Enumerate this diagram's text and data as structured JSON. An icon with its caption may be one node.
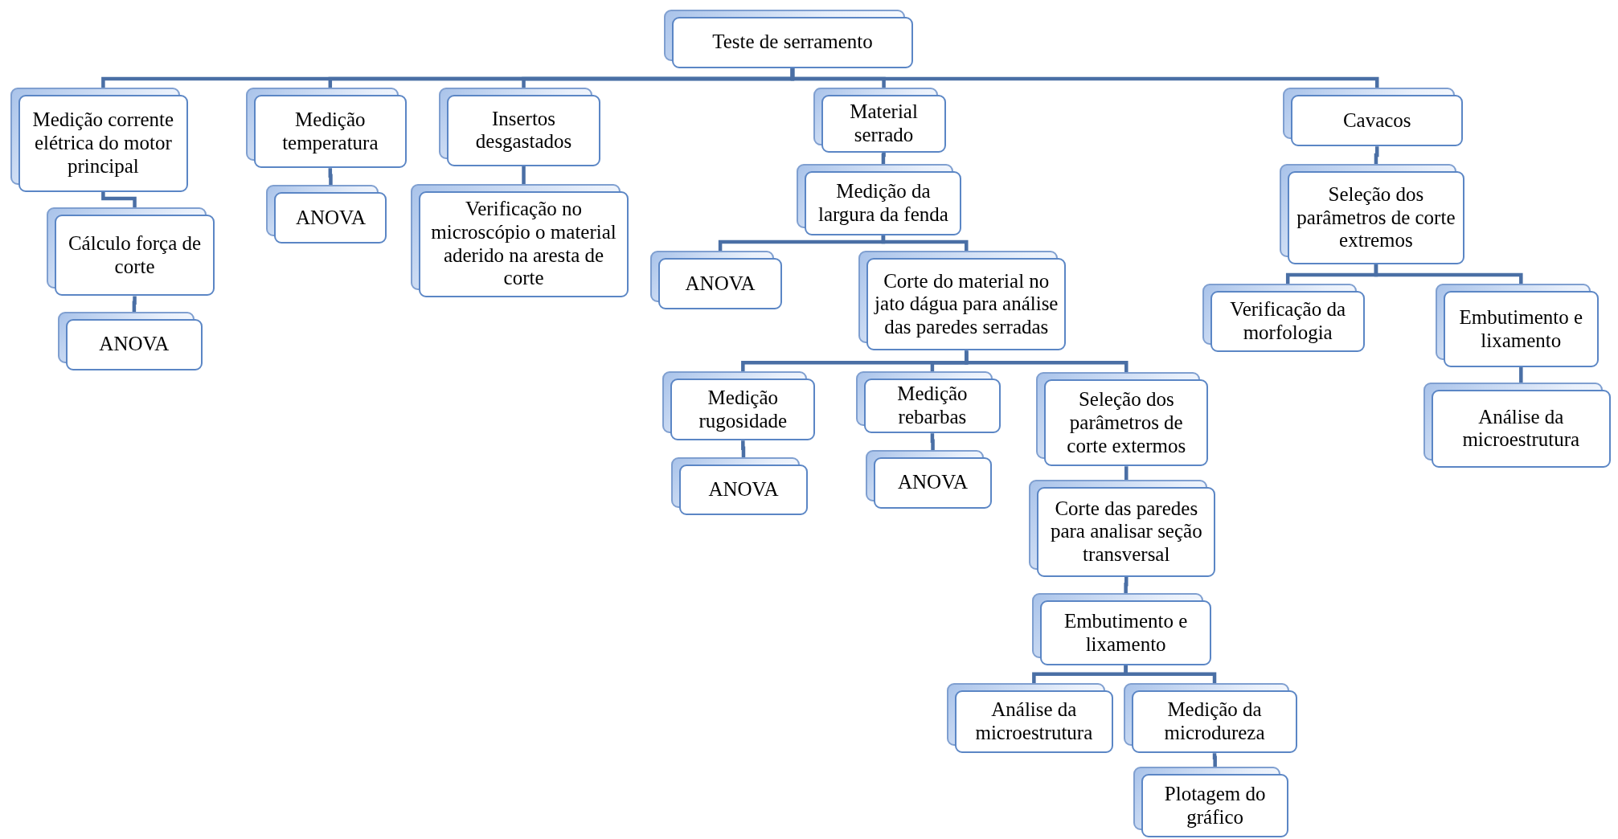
{
  "diagram": {
    "nodes": [
      {
        "text": [
          "Teste de serramento"
        ]
      },
      {
        "text": [
          "Medição corrente elétrica do motor principal"
        ]
      },
      {
        "text": [
          "Cálculo força de corte"
        ]
      },
      {
        "text": [
          "ANOVA"
        ]
      },
      {
        "text": [
          "Medição temperatura"
        ]
      },
      {
        "text": [
          "ANOVA"
        ]
      },
      {
        "text": [
          "Insertos desgastados"
        ]
      },
      {
        "text": [
          "Verificação no microscópio o material aderido na aresta de corte"
        ]
      },
      {
        "text": [
          "Material serrado"
        ]
      },
      {
        "text": [
          "Medição da largura da fenda"
        ]
      },
      {
        "text": [
          "ANOVA"
        ]
      },
      {
        "text": [
          "Corte do material no jato dágua para análise das paredes serradas"
        ]
      },
      {
        "text": [
          "Medição rugosidade"
        ]
      },
      {
        "text": [
          "ANOVA"
        ]
      },
      {
        "text": [
          "Medição rebarbas"
        ]
      },
      {
        "text": [
          "ANOVA"
        ]
      },
      {
        "text": [
          "Seleção dos parâmetros de corte extermos"
        ]
      },
      {
        "text": [
          "Corte das paredes para analisar seção transversal"
        ]
      },
      {
        "text": [
          "Embutimento e lixamento"
        ]
      },
      {
        "text": [
          "Análise da microestrutura"
        ]
      },
      {
        "text": [
          "Medição da microdureza"
        ]
      },
      {
        "text": [
          "Plotagem do gráfico"
        ]
      },
      {
        "text": [
          "Cavacos"
        ]
      },
      {
        "text": [
          "Seleção dos parâmetros de corte extremos"
        ]
      },
      {
        "text": [
          "Verificação da morfologia"
        ]
      },
      {
        "text": [
          "Embutimento e lixamento"
        ]
      },
      {
        "text": [
          "Análise da microestrutura"
        ]
      }
    ],
    "edges": [
      {
        "from": 0,
        "to": 1,
        "arrow": "none"
      },
      {
        "from": 0,
        "to": 4,
        "arrow": "none"
      },
      {
        "from": 0,
        "to": 6,
        "arrow": "none"
      },
      {
        "from": 0,
        "to": 8,
        "arrow": "none"
      },
      {
        "from": 0,
        "to": 22,
        "arrow": "none"
      },
      {
        "from": 1,
        "to": 2,
        "arrow": "none"
      },
      {
        "from": 2,
        "to": 3,
        "arrow": "none"
      },
      {
        "from": 4,
        "to": 5,
        "arrow": "none"
      },
      {
        "from": 6,
        "to": 7,
        "arrow": "none"
      },
      {
        "from": 8,
        "to": 9,
        "arrow": "none"
      },
      {
        "from": 9,
        "to": 10,
        "arrow": "none"
      },
      {
        "from": 9,
        "to": 11,
        "arrow": "none"
      },
      {
        "from": 11,
        "to": 12,
        "arrow": "none"
      },
      {
        "from": 11,
        "to": 14,
        "arrow": "none"
      },
      {
        "from": 11,
        "to": 16,
        "arrow": "none"
      },
      {
        "from": 12,
        "to": 13,
        "arrow": "none"
      },
      {
        "from": 14,
        "to": 15,
        "arrow": "none"
      },
      {
        "from": 16,
        "to": 17,
        "arrow": "none"
      },
      {
        "from": 17,
        "to": 18,
        "arrow": "none"
      },
      {
        "from": 18,
        "to": 19,
        "arrow": "none"
      },
      {
        "from": 18,
        "to": 20,
        "arrow": "none"
      },
      {
        "from": 20,
        "to": 21,
        "arrow": "none"
      },
      {
        "from": 22,
        "to": 23,
        "arrow": "none"
      },
      {
        "from": 23,
        "to": 24,
        "arrow": "none"
      },
      {
        "from": 23,
        "to": 25,
        "arrow": "none"
      },
      {
        "from": 25,
        "to": 26,
        "arrow": "none"
      }
    ]
  }
}
